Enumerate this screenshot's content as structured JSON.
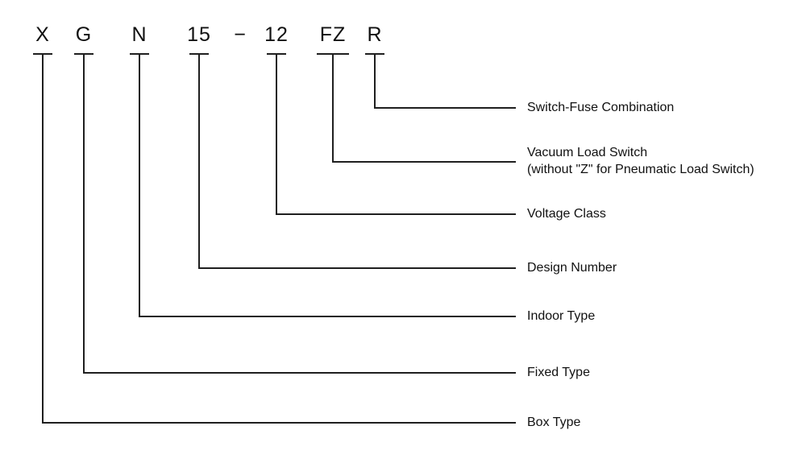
{
  "diagram": {
    "model_code": "XGN15-12FZR",
    "separator": "−",
    "code_parts": [
      {
        "char": "X",
        "meaning": "Box Type"
      },
      {
        "char": "G",
        "meaning": "Fixed Type"
      },
      {
        "char": "N",
        "meaning": "Indoor Type"
      },
      {
        "char": "15",
        "meaning": "Design Number"
      },
      {
        "char": "12",
        "meaning": "Voltage Class"
      },
      {
        "char": "FZ",
        "meaning": "Vacuum Load Switch",
        "meaning_note": "(without \"Z\" for Pneumatic Load Switch)"
      },
      {
        "char": "R",
        "meaning": "Switch-Fuse Combination"
      }
    ],
    "colors": {
      "background": "#ffffff",
      "text": "#111111",
      "line": "#1f1f1f"
    }
  }
}
